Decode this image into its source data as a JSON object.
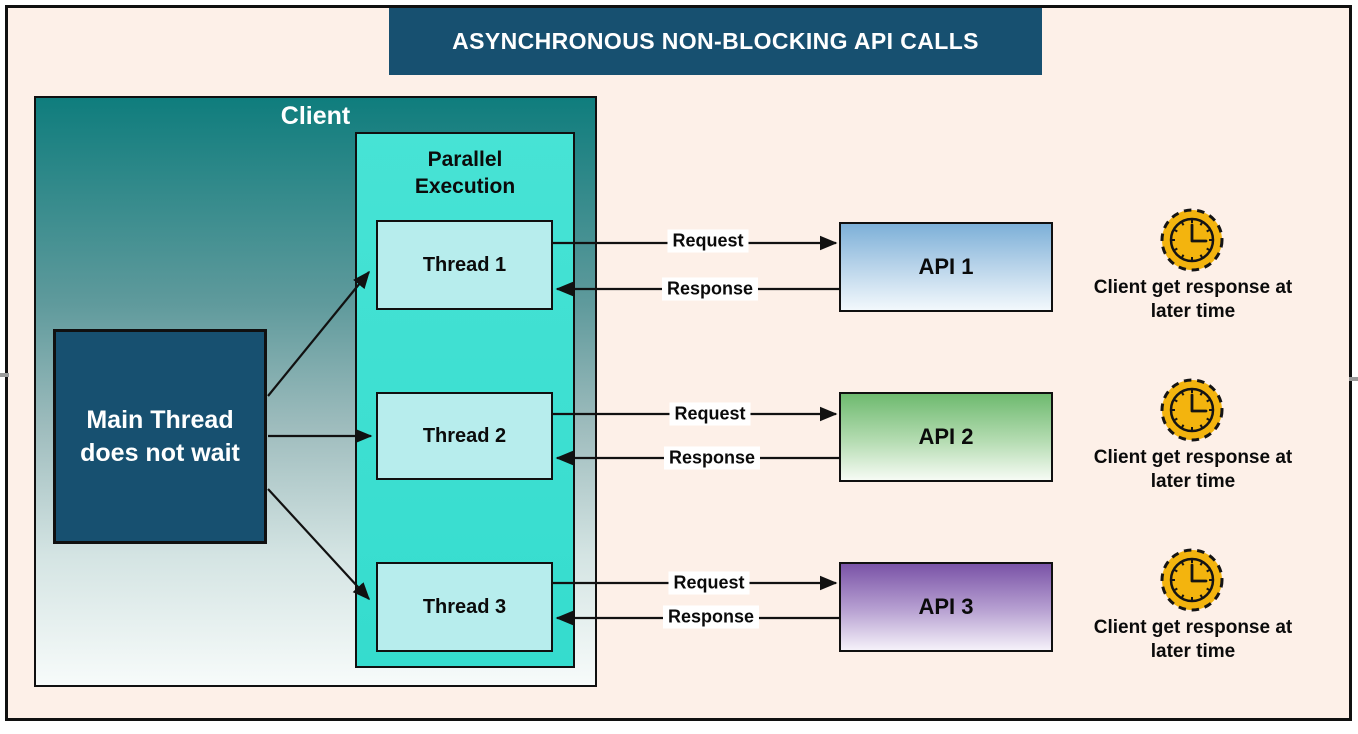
{
  "title": "ASYNCHRONOUS NON-BLOCKING API CALLS",
  "client": {
    "label": "Client",
    "main_thread_label": "Main Thread\ndoes not wait",
    "parallel_execution_label": "Parallel\nExecution",
    "threads": [
      {
        "label": "Thread 1"
      },
      {
        "label": "Thread 2"
      },
      {
        "label": "Thread 3"
      }
    ]
  },
  "apis": [
    {
      "label": "API 1",
      "color_top": "#7db0d8"
    },
    {
      "label": "API 2",
      "color_top": "#6eba6f"
    },
    {
      "label": "API 3",
      "color_top": "#7a53a7"
    }
  ],
  "flows": [
    {
      "request_label": "Request",
      "response_label": "Response"
    },
    {
      "request_label": "Request",
      "response_label": "Response"
    },
    {
      "request_label": "Request",
      "response_label": "Response"
    }
  ],
  "notes": [
    {
      "icon": "clock-icon",
      "text": "Client get response at\nlater time"
    },
    {
      "icon": "clock-icon",
      "text": "Client get response at\nlater time"
    },
    {
      "icon": "clock-icon",
      "text": "Client get response at\nlater time"
    }
  ],
  "colors": {
    "canvas_bg": "#fdf0e8",
    "title_bar": "#175070",
    "client_gradient_top": "#0f7d7d",
    "parallel_box": "#3fe0d0",
    "thread_box": "#b7eded",
    "main_thread_box": "#175070",
    "clock": "#f3b40e",
    "line": "#111111"
  }
}
